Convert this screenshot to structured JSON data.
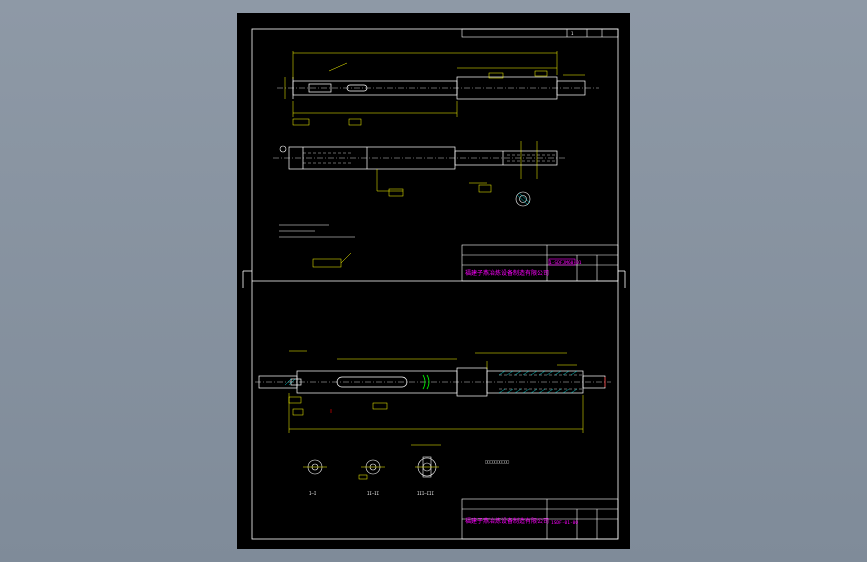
{
  "drawing": {
    "sheet_number": "1",
    "palette": {
      "background": "#000000",
      "frame": "#ffffff",
      "geometry": "#ffffff",
      "dimension": "#ffff00",
      "company": "#ff00ff",
      "hatch": "#00ffff",
      "section": "#00ff00",
      "centerline": "#ff0000"
    },
    "title_block_1": {
      "company": "福建子燕冶炼设备制造有限公司",
      "drawing_no": "1-SDFJM60-01"
    },
    "title_block_2": {
      "company": "福建子燕冶炼设备制造有限公司",
      "drawing_no": "1SDF-01-00"
    },
    "section_labels": [
      "I—I",
      "II—II",
      "III—III"
    ]
  }
}
